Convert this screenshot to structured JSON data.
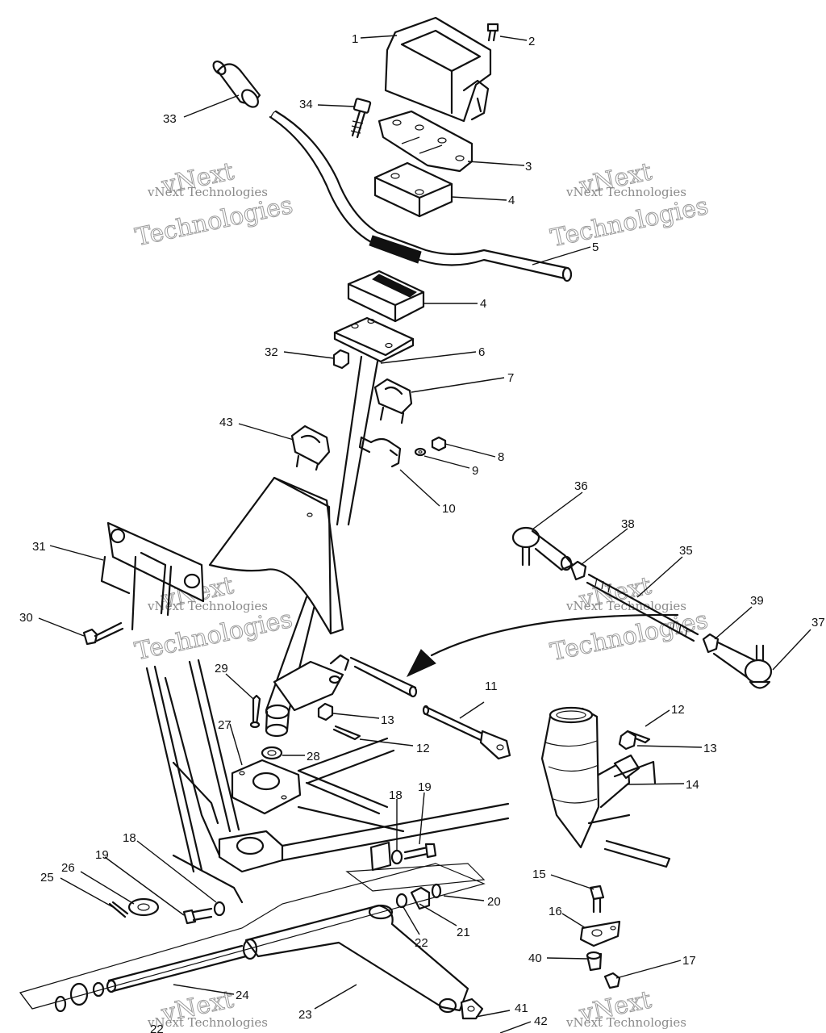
{
  "watermark": {
    "line1": "vNext",
    "line2": "vNext Technologies",
    "line3": "Technologies"
  },
  "callouts": {
    "c1": "1",
    "c2": "2",
    "c3": "3",
    "c4a": "4",
    "c4b": "4",
    "c5": "5",
    "c6": "6",
    "c7": "7",
    "c8": "8",
    "c9": "9",
    "c10": "10",
    "c11": "11",
    "c12a": "12",
    "c12b": "12",
    "c13a": "13",
    "c13b": "13",
    "c14": "14",
    "c15": "15",
    "c16": "16",
    "c17": "17",
    "c18a": "18",
    "c18b": "18",
    "c19a": "19",
    "c19b": "19",
    "c20": "20",
    "c21": "21",
    "c22a": "22",
    "c22b": "22",
    "c23": "23",
    "c24": "24",
    "c25": "25",
    "c26": "26",
    "c27": "27",
    "c28": "28",
    "c29": "29",
    "c30": "30",
    "c31": "31",
    "c32": "32",
    "c33": "33",
    "c34": "34",
    "c35": "35",
    "c36": "36",
    "c37": "37",
    "c38": "38",
    "c39": "39",
    "c40": "40",
    "c41": "41",
    "c42": "42",
    "c43": "43"
  }
}
